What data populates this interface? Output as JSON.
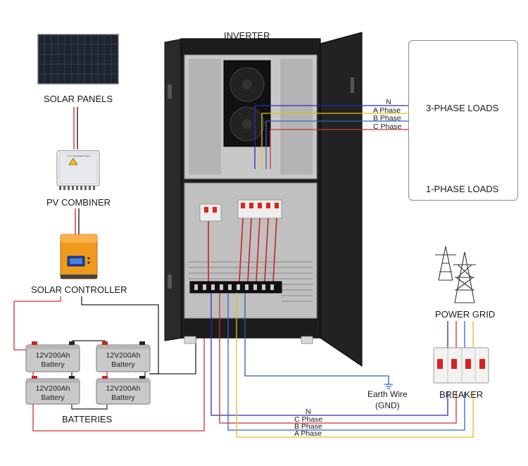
{
  "labels": {
    "inverter": "INVERTER",
    "solar_panels": "SOLAR PANELS",
    "pv_combiner": "PV COMBINER",
    "solar_controller": "SOLAR CONTROLLER",
    "batteries": "BATTERIES",
    "three_phase_loads": "3-PHASE LOADS",
    "one_phase_loads": "1-PHASE LOADS",
    "power_grid": "POWER GRID",
    "breaker": "BREAKER",
    "earth_wire_line1": "Earth Wire",
    "earth_wire_line2": "(GND)"
  },
  "load_wires": {
    "n": "N",
    "a": "A Phase",
    "b": "B Phase",
    "c": "C Phase"
  },
  "grid_wires": {
    "n": "N",
    "c": "C Phase",
    "b": "B Phase",
    "a": "A Phase"
  },
  "batteries": [
    {
      "rating": "12V200Ah",
      "name": "Battery"
    },
    {
      "rating": "12V200Ah",
      "name": "Battery"
    },
    {
      "rating": "12V200Ah",
      "name": "Battery"
    },
    {
      "rating": "12V200Ah",
      "name": "Battery"
    }
  ],
  "combiner_box_label": "PV COMBINER BOX",
  "colors": {
    "neutral": "#2a2ab8",
    "a_phase": "#e0c21a",
    "b_phase": "#3a5fc8",
    "c_phase": "#c83232",
    "earth": "#2a5fb0",
    "dc_positive": "#d03030",
    "dc_negative": "#222222"
  }
}
